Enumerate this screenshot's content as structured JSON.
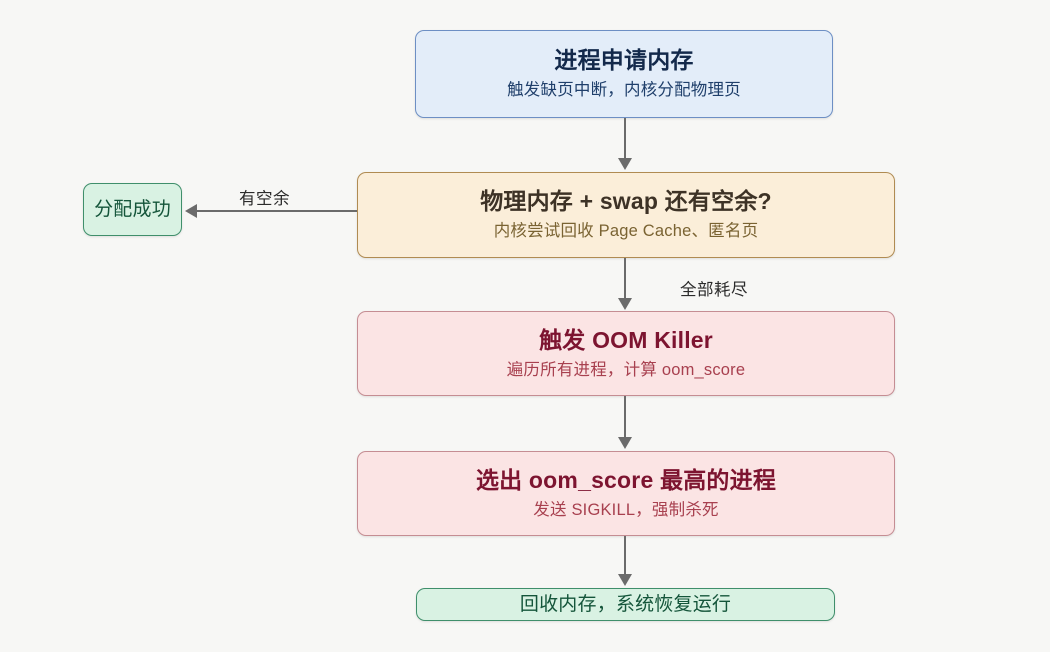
{
  "diagram": {
    "background_color": "#f7f7f5",
    "edge_color": "#6b6b6b",
    "nodes": [
      {
        "id": "request-memory",
        "title": "进程申请内存",
        "subtitle": "触发缺页中断，内核分配物理页",
        "fill": "#e3edf9",
        "border": "#6d8fc4"
      },
      {
        "id": "memory-available-check",
        "title": "物理内存 + swap 还有空余?",
        "subtitle": "内核尝试回收 Page Cache、匿名页",
        "fill": "#fbeed9",
        "border": "#b08b52"
      },
      {
        "id": "alloc-success",
        "title": "分配成功",
        "fill": "#d9f2e3",
        "border": "#3f8f6b"
      },
      {
        "id": "trigger-oom-killer",
        "title": "触发 OOM Killer",
        "subtitle": "遍历所有进程，计算 oom_score",
        "fill": "#fbe4e4",
        "border": "#c58d93"
      },
      {
        "id": "select-highest-score",
        "title": "选出 oom_score 最高的进程",
        "subtitle": "发送 SIGKILL，强制杀死",
        "fill": "#fbe4e4",
        "border": "#c58d93"
      },
      {
        "id": "reclaim-recover",
        "title": "回收内存，系统恢复运行",
        "fill": "#d9f2e3",
        "border": "#3f8f6b"
      }
    ],
    "edges": [
      {
        "id": "edge-request-to-check",
        "label": ""
      },
      {
        "id": "edge-check-to-success",
        "label": "有空余"
      },
      {
        "id": "edge-check-to-oom",
        "label": "全部耗尽"
      },
      {
        "id": "edge-oom-to-select",
        "label": ""
      },
      {
        "id": "edge-select-to-reclaim",
        "label": ""
      }
    ]
  }
}
